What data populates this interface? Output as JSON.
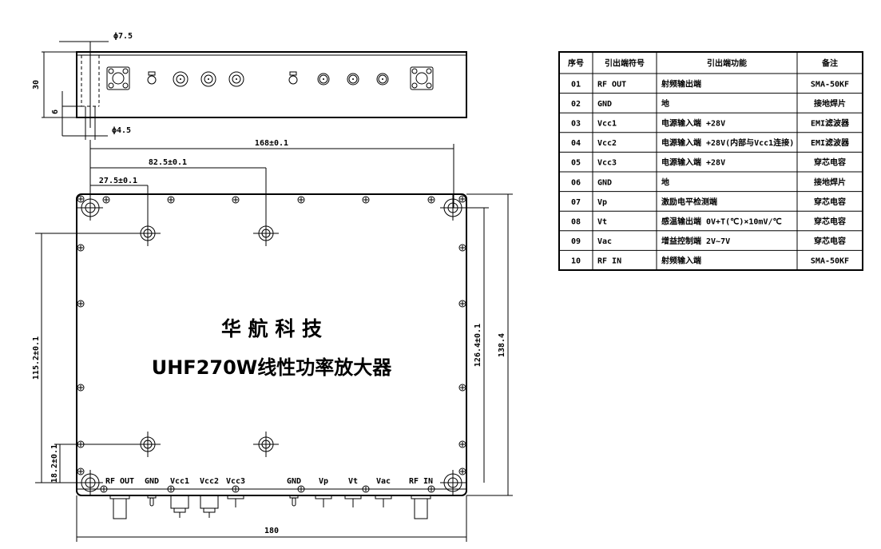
{
  "drawing": {
    "title_company": "华 航 科 技",
    "title_product": "UHF270W线性功率放大器",
    "dims": {
      "phi_top": "ϕ7.5",
      "phi_bottom": "ϕ4.5",
      "height_30": "30",
      "height_6": "6",
      "d168": "168±0.1",
      "d82_5": "82.5±0.1",
      "d27_5": "27.5±0.1",
      "d115_2": "115.2±0.1",
      "d18_2": "18.2±0.1",
      "d126_4": "126.4±0.1",
      "d138_4": "138.4",
      "d180": "180"
    },
    "pin_labels": [
      "RF OUT",
      "GND",
      "Vcc1",
      "Vcc2",
      "Vcc3",
      "GND",
      "Vp",
      "Vt",
      "Vac",
      "RF IN"
    ]
  },
  "table": {
    "headers": [
      "序号",
      "引出端符号",
      "引出端功能",
      "备注"
    ],
    "rows": [
      [
        "01",
        "RF OUT",
        "射频输出端",
        "SMA-50KF"
      ],
      [
        "02",
        "GND",
        "地",
        "接地焊片"
      ],
      [
        "03",
        "Vcc1",
        "电源输入端 +28V",
        "EMI滤波器"
      ],
      [
        "04",
        "Vcc2",
        "电源输入端 +28V(内部与Vcc1连接)",
        "EMI滤波器"
      ],
      [
        "05",
        "Vcc3",
        "电源输入端 +28V",
        "穿芯电容"
      ],
      [
        "06",
        "GND",
        "地",
        "接地焊片"
      ],
      [
        "07",
        "Vp",
        "激励电平检测端",
        "穿芯电容"
      ],
      [
        "08",
        "Vt",
        "感温输出端 0V+T(℃)×10mV/℃",
        "穿芯电容"
      ],
      [
        "09",
        "Vac",
        "增益控制端 2V~7V",
        "穿芯电容"
      ],
      [
        "10",
        "RF IN",
        "射频输入端",
        "SMA-50KF"
      ]
    ]
  }
}
